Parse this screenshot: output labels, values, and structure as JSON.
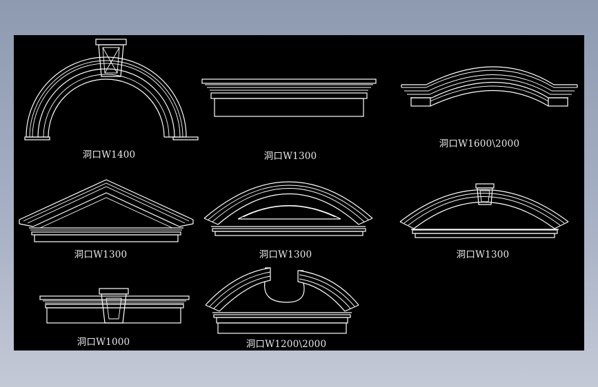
{
  "colors": {
    "drawing_background": "#000000",
    "line_color": "#ffffff",
    "window_background": "#a0aabe"
  },
  "drawing": {
    "elements": [
      {
        "id": "semicircle-arch-keystone",
        "label": "洞口W1400"
      },
      {
        "id": "flat-cornice",
        "label": "洞口W1300"
      },
      {
        "id": "segmental-band",
        "label": "洞口W1600\\2000"
      },
      {
        "id": "triangular-pediment",
        "label": "洞口W1300"
      },
      {
        "id": "segmental-pediment-panel",
        "label": "洞口W1300"
      },
      {
        "id": "segmental-pediment-keystone",
        "label": "洞口W1300"
      },
      {
        "id": "flat-cornice-keystone",
        "label": "洞口W1000"
      },
      {
        "id": "broken-pediment",
        "label": "洞口W1200\\2000"
      }
    ]
  }
}
